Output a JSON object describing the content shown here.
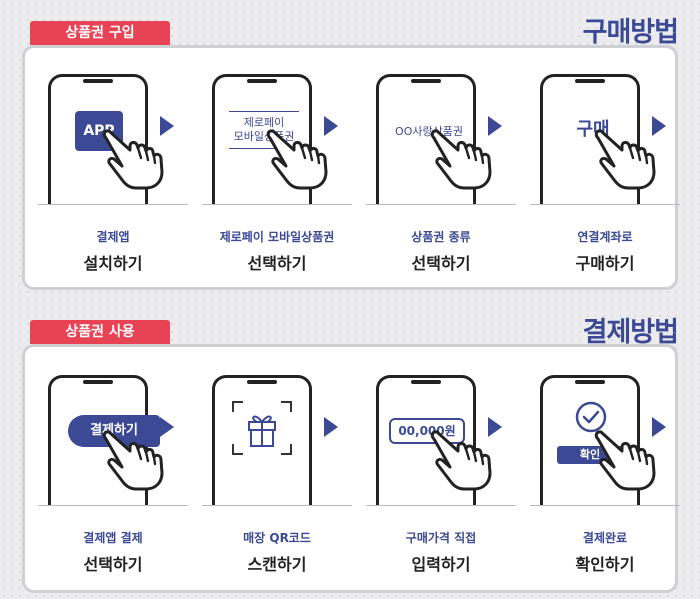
{
  "colors": {
    "accent_red": "#e84355",
    "navy": "#3c4a95",
    "text": "#222222"
  },
  "purchase": {
    "tag": "상품권 구입",
    "title": "구매방법",
    "steps": [
      {
        "screen_text": "APP",
        "caption_top": "결제앱",
        "caption_bottom": "설치하기"
      },
      {
        "screen_line1": "제로페이",
        "screen_line2": "모바일상품권",
        "caption_top": "제로페이 모바일상품권",
        "caption_bottom": "선택하기"
      },
      {
        "screen_text": "OO사랑상품권",
        "caption_top": "상품권 종류",
        "caption_bottom": "선택하기"
      },
      {
        "screen_text": "구매",
        "caption_top": "연결계좌로",
        "caption_bottom": "구매하기"
      }
    ]
  },
  "usage": {
    "tag": "상품권 사용",
    "title": "결제방법",
    "steps": [
      {
        "screen_text": "결제하기",
        "caption_top": "결제앱 결제",
        "caption_bottom": "선택하기"
      },
      {
        "icon": "gift-qr-icon",
        "caption_top": "매장 QR코드",
        "caption_bottom": "스캔하기"
      },
      {
        "screen_text": "00,000원",
        "caption_top": "구매가격 직접",
        "caption_bottom": "입력하기"
      },
      {
        "icon": "check-circle-icon",
        "screen_text": "확인",
        "caption_top": "결제완료",
        "caption_bottom": "확인하기"
      }
    ]
  }
}
